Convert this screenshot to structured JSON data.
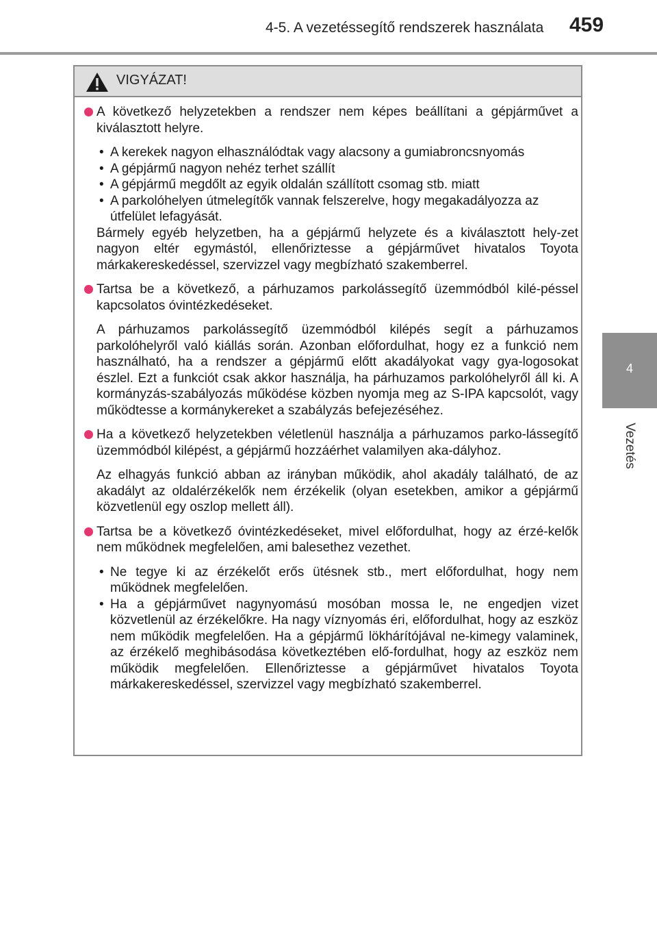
{
  "header": {
    "section_title": "4-5. A vezetéssegítő rendszerek használata",
    "page_number": "459"
  },
  "side_tab": {
    "number": "4",
    "label": "Vezetés"
  },
  "caution": {
    "title": "VIGYÁZAT!",
    "icon": "warning-triangle-icon",
    "bullet_color": "#e3386f",
    "blocks": [
      {
        "bullet": "A következő helyzetekben a rendszer nem képes beállítani a gépjárművet a kiválasztott helyre.",
        "items": [
          "A kerekek nagyon elhasználódtak vagy alacsony a gumiabroncsnyomás",
          "A gépjármű nagyon nehéz terhet szállít",
          "A gépjármű megdőlt az egyik oldalán szállított csomag stb. miatt",
          "A parkolóhelyen útmelegítők vannak felszerelve, hogy megakadályozza az útfelület lefagyását."
        ],
        "after": "Bármely egyéb helyzetben, ha a gépjármű helyzete és a kiválasztott hely-zet nagyon eltér egymástól, ellenőriztesse a gépjárművet hivatalos Toyota márkakereskedéssel, szervizzel vagy megbízható szakemberrel."
      },
      {
        "bullet": "Tartsa be a következő, a párhuzamos parkolássegítő üzemmódból kilé-péssel kapcsolatos óvintézkedéseket.",
        "after": "A párhuzamos parkolássegítő üzemmódból kilépés segít a párhuzamos parkolóhelyről való kiállás során. Azonban előfordulhat, hogy ez a funkció nem használható, ha a rendszer a gépjármű előtt akadályokat vagy gya-logosokat észlel. Ezt a funkciót csak akkor használja, ha párhuzamos parkolóhelyről áll ki. A kormányzás-szabályozás működése közben nyomja meg az S-IPA kapcsolót, vagy működtesse a kormánykereket a szabályzás befejezéséhez."
      },
      {
        "bullet": "Ha a következő helyzetekben véletlenül használja a párhuzamos parko-lássegítő üzemmódból kilépést, a gépjármű hozzáérhet valamilyen aka-dályhoz.",
        "after": "Az elhagyás funkció abban az irányban működik, ahol akadály található, de az akadályt az oldalérzékelők nem érzékelik (olyan esetekben, amikor a gépjármű közvetlenül egy oszlop mellett áll)."
      },
      {
        "bullet": "Tartsa be a következő óvintézkedéseket, mivel előfordulhat, hogy az érzé-kelők nem működnek megfelelően, ami balesethez vezethet.",
        "items": [
          "Ne tegye ki az érzékelőt erős ütésnek stb., mert előfordulhat, hogy nem működnek megfelelően.",
          "Ha a gépjárművet nagynyomású mosóban mossa le, ne engedjen vizet közvetlenül az érzékelőkre. Ha nagy víznyomás éri, előfordulhat, hogy az eszköz nem működik megfelelően. Ha a gépjármű lökhárítójával ne-kimegy valaminek, az érzékelő meghibásodása következtében elő-fordulhat, hogy az eszköz nem működik megfelelően. Ellenőriztesse a gépjárművet hivatalos Toyota márkakereskedéssel, szervizzel vagy megbízható szakemberrel."
        ]
      }
    ]
  }
}
